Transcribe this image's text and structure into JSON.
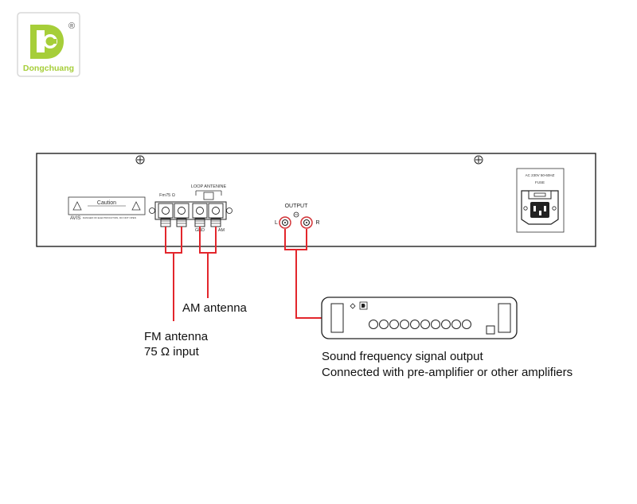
{
  "logo": {
    "brand": "Dongchuang",
    "registered_mark": "®",
    "accent_color": "#a6ce39",
    "icon": "dongchuang-d-logo-icon"
  },
  "rear_panel": {
    "caution_label": {
      "title": "Caution",
      "brand_mark": "AVIS",
      "small_text": "DANGER OF ELECTROCUTION, DO NOT OPEN"
    },
    "fm_jack_label": "Fm75 Ω",
    "loop_antenna_label": "LOOP ANTENINE",
    "gnd_label": "GND",
    "am_label": "AM",
    "output_label": "OUTPUT",
    "left_label": "L",
    "right_label": "R",
    "power_label": "AC 230V 50-60HZ",
    "fuse_label": "FUSE"
  },
  "annotations": {
    "am_antenna": "AM antenna",
    "fm_antenna_line1": "FM antenna",
    "fm_antenna_line2": "75 Ω input",
    "sound_output_line1": "Sound frequency signal output",
    "sound_output_line2": "Connected with pre-amplifier or other amplifiers"
  },
  "colors": {
    "wire": "#e3262c",
    "panel_stroke": "#222222"
  }
}
